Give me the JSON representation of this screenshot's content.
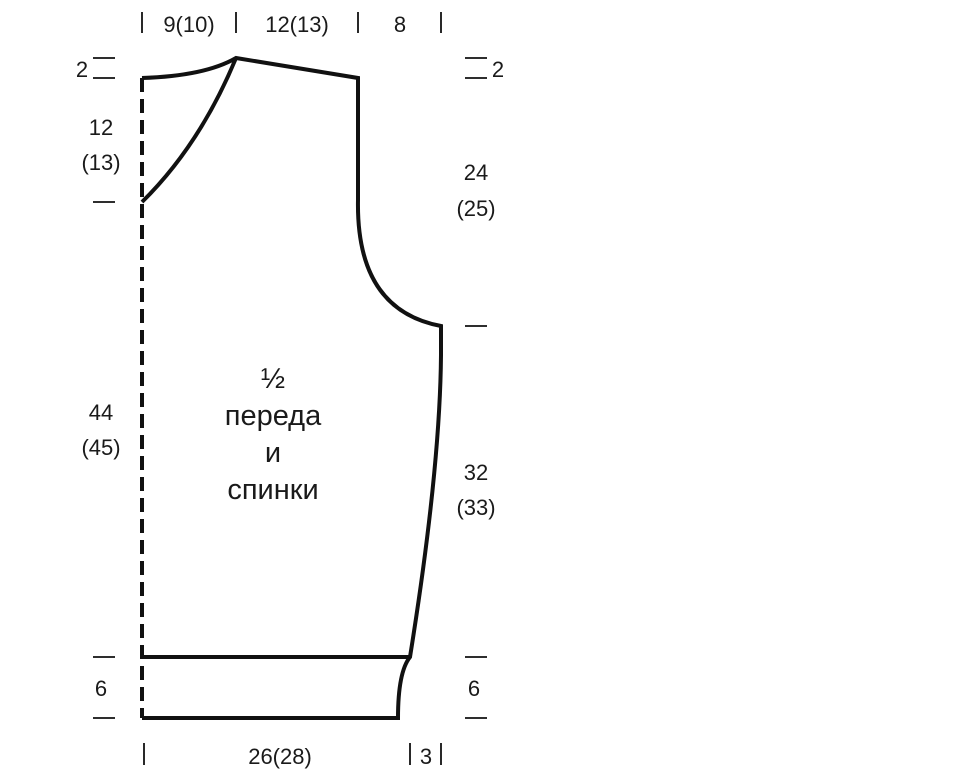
{
  "title": {
    "line1": "½",
    "line2": "переда",
    "line3": "и",
    "line4": "спинки"
  },
  "top_dims": {
    "neck": "9(10)",
    "shoulder": "12(13)",
    "side": "8"
  },
  "left_dims": {
    "shoulder_drop": "2",
    "neck_depth": "12",
    "neck_depth_alt": "(13)",
    "body_length": "44",
    "body_length_alt": "(45)",
    "rib": "6"
  },
  "right_dims": {
    "shoulder_drop": "2",
    "armhole": "24",
    "armhole_alt": "(25)",
    "side_length": "32",
    "side_length_alt": "(33)",
    "rib": "6"
  },
  "bottom_dims": {
    "width": "26(28)",
    "side_offset": "3"
  }
}
